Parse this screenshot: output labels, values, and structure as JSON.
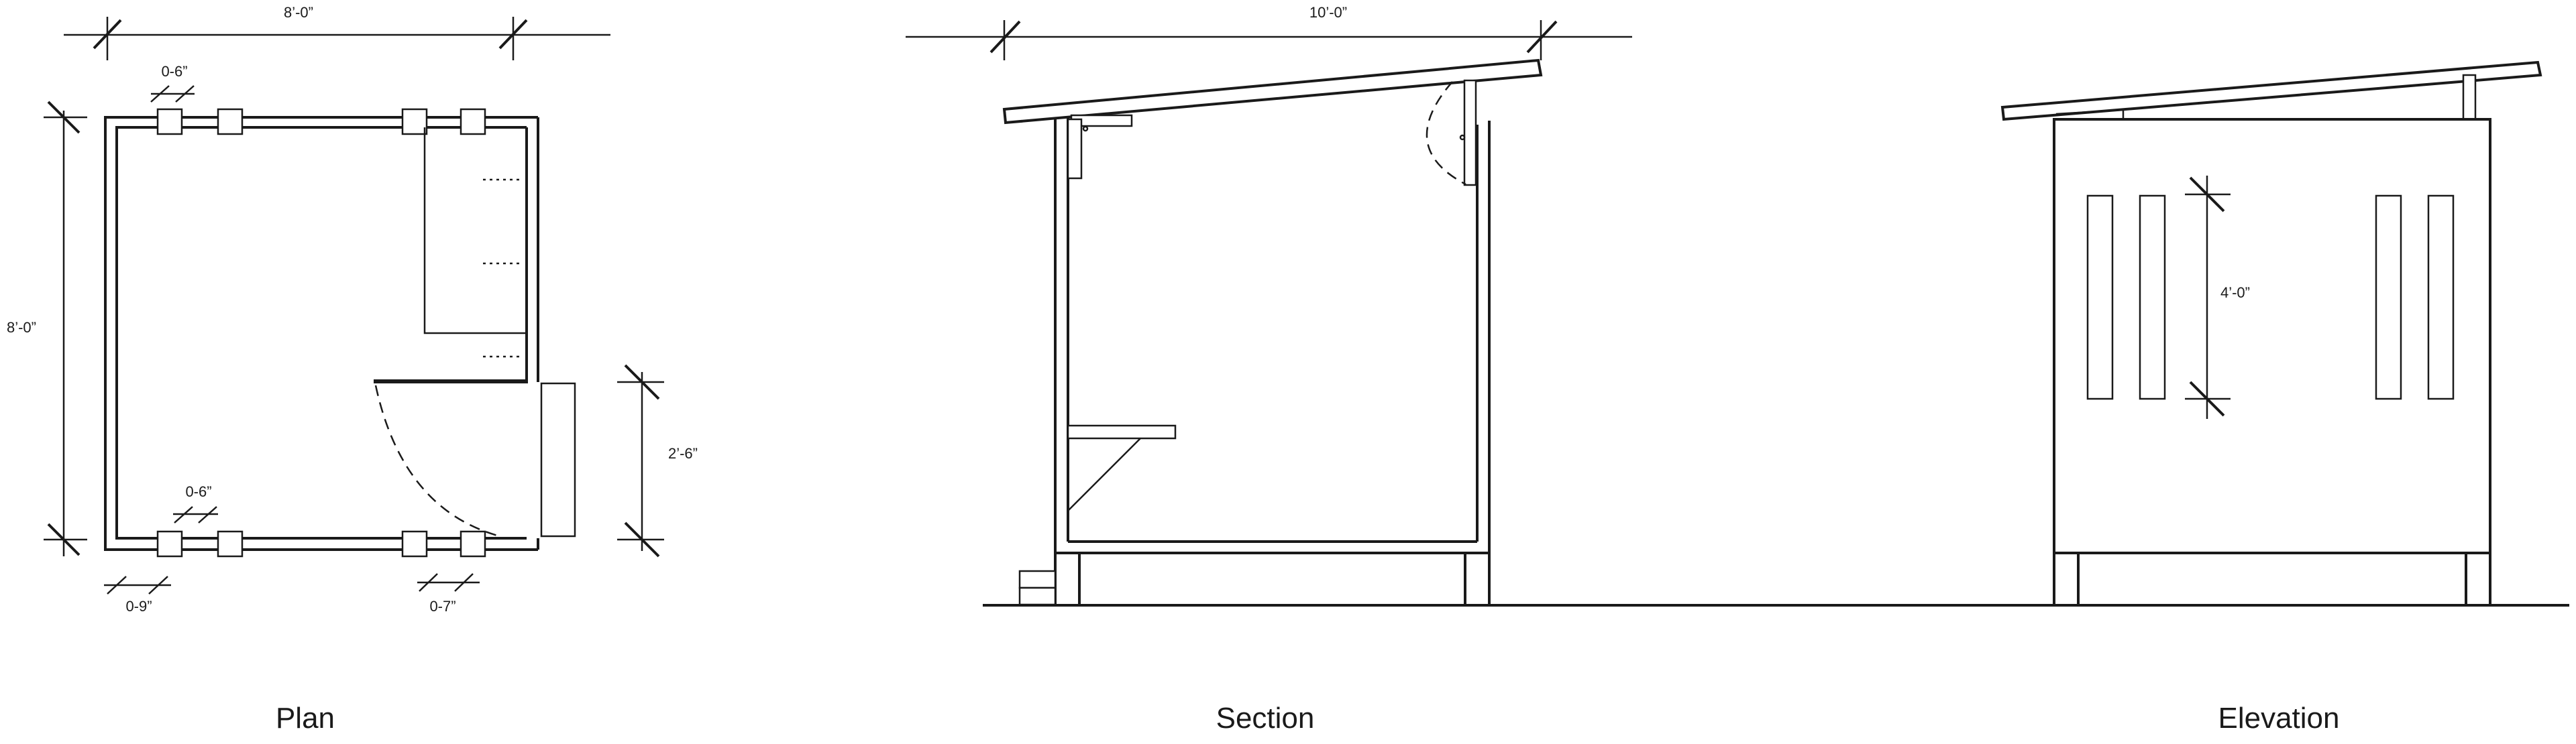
{
  "views": {
    "plan": {
      "caption": "Plan",
      "dim_width": "8’-0”",
      "dim_height": "8’-0”",
      "dim_top_spacing": "0-6”",
      "dim_bottom_spacing": "0-6”",
      "dim_bottom_left": "0-9”",
      "dim_bottom_right": "0-7”",
      "dim_door": "2’-6”"
    },
    "section": {
      "caption": "Section",
      "dim_width": "10’-0”"
    },
    "elevation": {
      "caption": "Elevation",
      "dim_window_height": "4’-0”"
    }
  }
}
